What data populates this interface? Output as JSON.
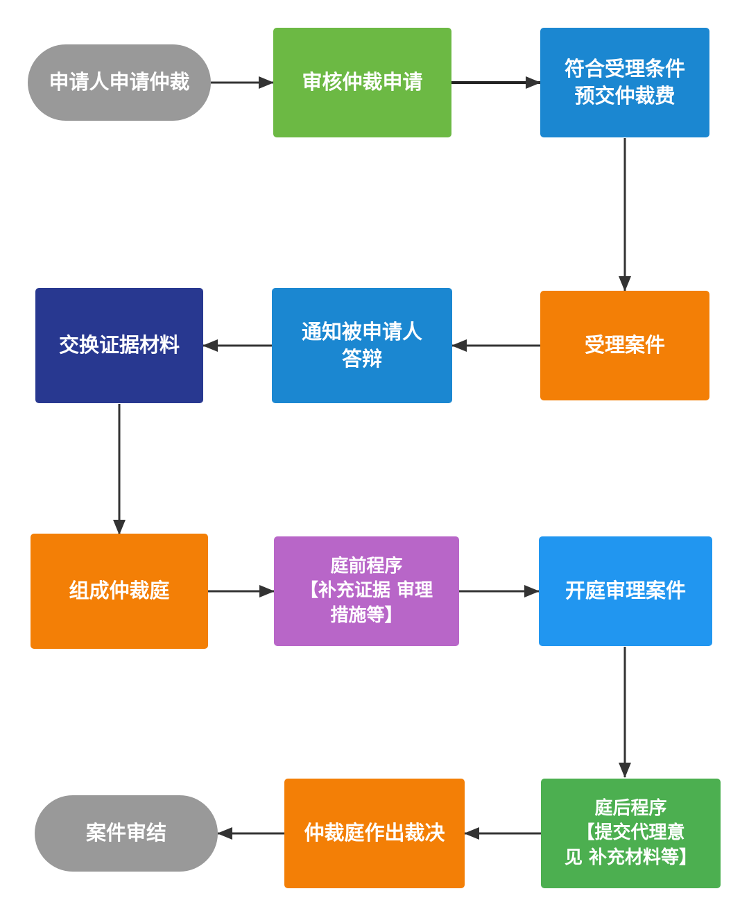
{
  "diagram": {
    "type": "flowchart",
    "colors": {
      "terminal": "#999999",
      "green": "#6cb944",
      "blue": "#1b87d1",
      "orange": "#f37f06",
      "navy": "#283890",
      "purple": "#b866c8",
      "light_blue": "#2196f0",
      "dark_green": "#4caf50",
      "arrow": "#333333"
    },
    "nodes": [
      {
        "id": "n1",
        "label": "申请人申请仲裁",
        "shape": "terminal",
        "color": "#999999"
      },
      {
        "id": "n2",
        "label": "审核仲裁申请",
        "shape": "process",
        "color": "#6cb944"
      },
      {
        "id": "n3",
        "label": "符合受理条件\n预交仲裁费",
        "shape": "process",
        "color": "#1b87d1"
      },
      {
        "id": "n4",
        "label": "受理案件",
        "shape": "process",
        "color": "#f37f06"
      },
      {
        "id": "n5",
        "label": "通知被申请人\n答辩",
        "shape": "process",
        "color": "#1b87d1"
      },
      {
        "id": "n6",
        "label": "交换证据材料",
        "shape": "process",
        "color": "#283890"
      },
      {
        "id": "n7",
        "label": "组成仲裁庭",
        "shape": "process",
        "color": "#f37f06"
      },
      {
        "id": "n8",
        "label": "庭前程序\n【补充证据 审理\n措施等】",
        "shape": "process",
        "color": "#b866c8"
      },
      {
        "id": "n9",
        "label": "开庭审理案件",
        "shape": "process",
        "color": "#2196f0"
      },
      {
        "id": "n10",
        "label": "庭后程序\n【提交代理意\n见 补充材料等】",
        "shape": "process",
        "color": "#4caf50"
      },
      {
        "id": "n11",
        "label": "仲裁庭作出裁决",
        "shape": "process",
        "color": "#f37f06"
      },
      {
        "id": "n12",
        "label": "案件审结",
        "shape": "terminal",
        "color": "#999999"
      }
    ],
    "edges": [
      {
        "from": "n1",
        "to": "n2"
      },
      {
        "from": "n2",
        "to": "n3"
      },
      {
        "from": "n3",
        "to": "n4"
      },
      {
        "from": "n4",
        "to": "n5"
      },
      {
        "from": "n5",
        "to": "n6"
      },
      {
        "from": "n6",
        "to": "n7"
      },
      {
        "from": "n7",
        "to": "n8"
      },
      {
        "from": "n8",
        "to": "n9"
      },
      {
        "from": "n9",
        "to": "n10"
      },
      {
        "from": "n10",
        "to": "n11"
      },
      {
        "from": "n11",
        "to": "n12"
      }
    ]
  }
}
